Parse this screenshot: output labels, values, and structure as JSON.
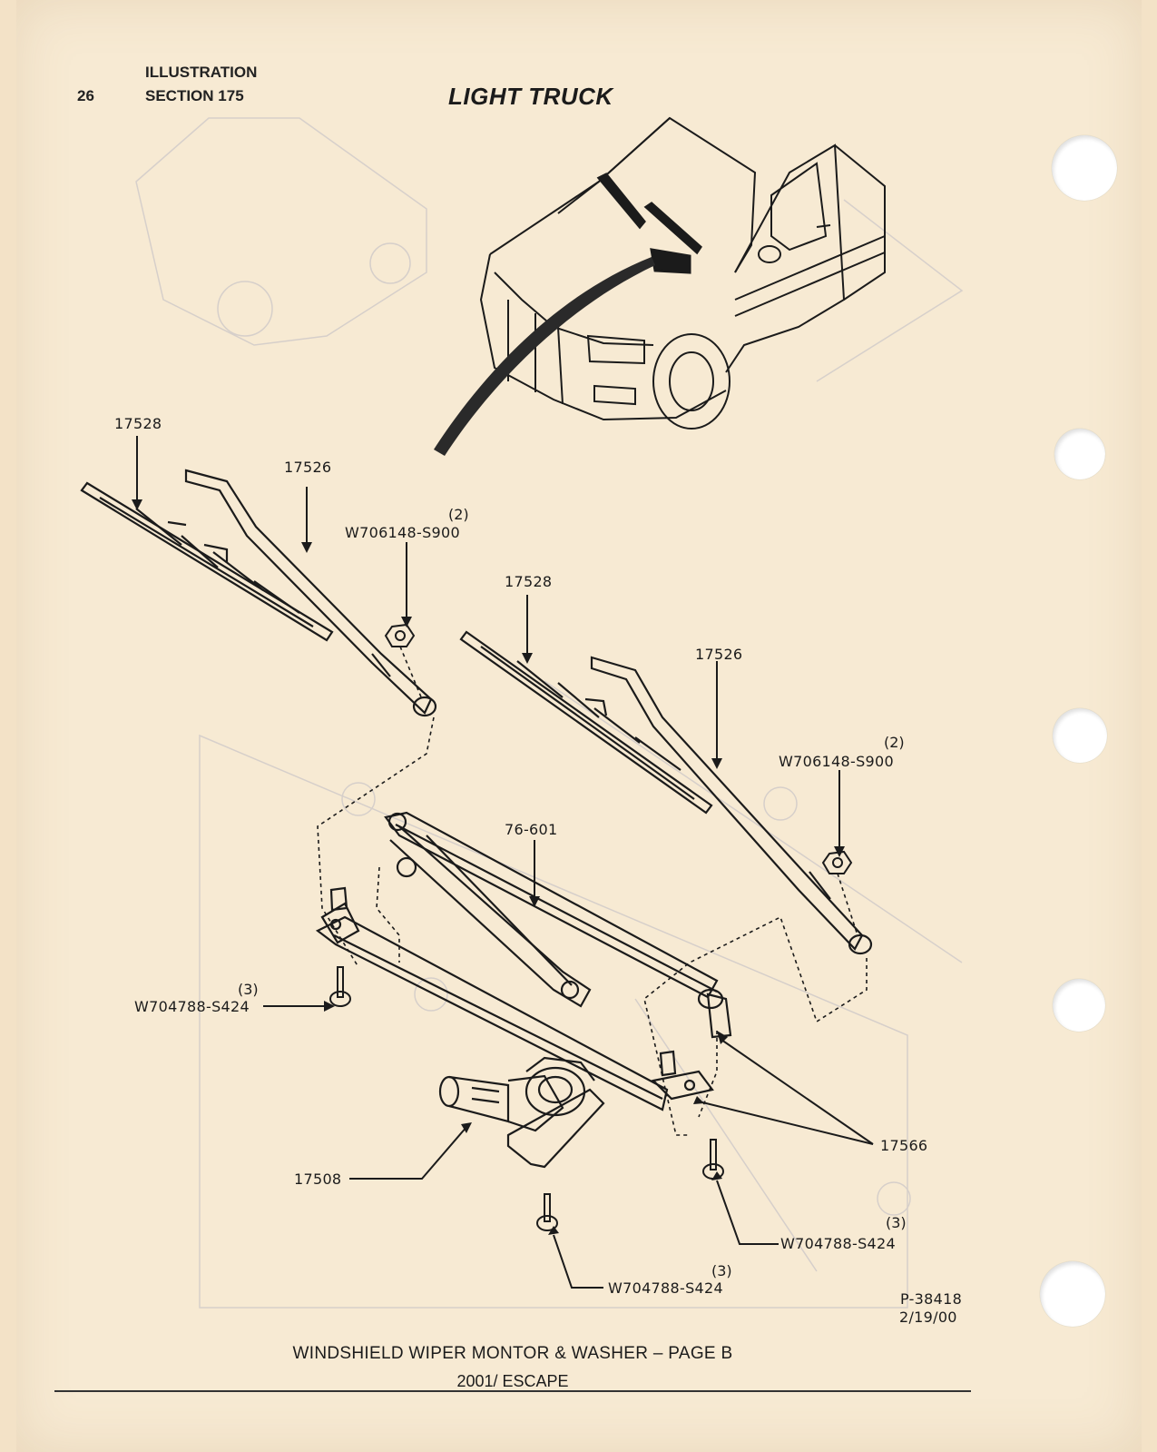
{
  "header": {
    "page_number": "26",
    "section_label": "ILLUSTRATION",
    "section_number": "SECTION 175",
    "category": "LIGHT TRUCK"
  },
  "callouts": {
    "blade_left": "17528",
    "arm_left": "17526",
    "nut_left_qty": "(2)",
    "nut_left": "W706148-S900",
    "blade_right": "17528",
    "arm_right": "17526",
    "nut_right_qty": "(2)",
    "nut_right": "W706148-S900",
    "linkage": "76-601",
    "bolt_left_qty": "(3)",
    "bolt_left": "W704788-S424",
    "pivot": "17566",
    "motor": "17508",
    "bolt_right_qty": "(3)",
    "bolt_right": "W704788-S424",
    "bolt_bottom_qty": "(3)",
    "bolt_bottom": "W704788-S424"
  },
  "drawing_ref": {
    "number": "P-38418",
    "date": "2/19/00"
  },
  "footer": {
    "title": "WINDSHIELD WIPER MONTOR & WASHER – PAGE B",
    "subtitle": "2001/ ESCAPE"
  }
}
